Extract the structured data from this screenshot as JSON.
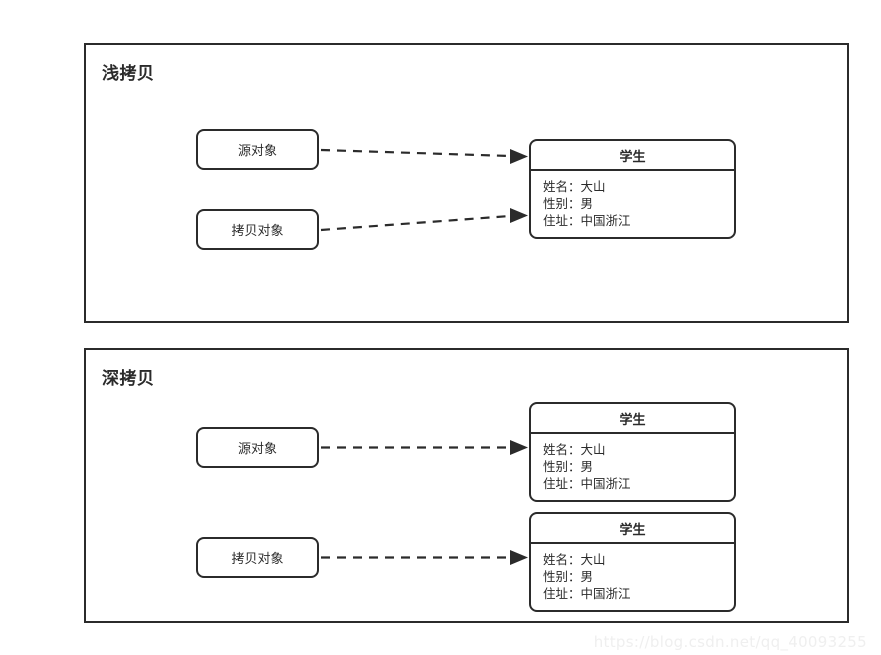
{
  "page": {
    "background": "#ffffff",
    "stroke_color": "#2b2b2b",
    "watermark": "https://blog.csdn.net/qq_40093255"
  },
  "sections": [
    {
      "id": "shallow-copy",
      "title": "浅拷贝",
      "source_label": "源对象",
      "copy_label": "拷贝对象",
      "cards": [
        {
          "header": "学生",
          "attrs": [
            "姓名：大山",
            "性别：男",
            "住址：中国浙江"
          ]
        }
      ]
    },
    {
      "id": "deep-copy",
      "title": "深拷贝",
      "source_label": "源对象",
      "copy_label": "拷贝对象",
      "cards": [
        {
          "header": "学生",
          "attrs": [
            "姓名：大山",
            "性别：男",
            "住址：中国浙江"
          ]
        },
        {
          "header": "学生",
          "attrs": [
            "姓名：大山",
            "性别：男",
            "住址：中国浙江"
          ]
        }
      ]
    }
  ]
}
